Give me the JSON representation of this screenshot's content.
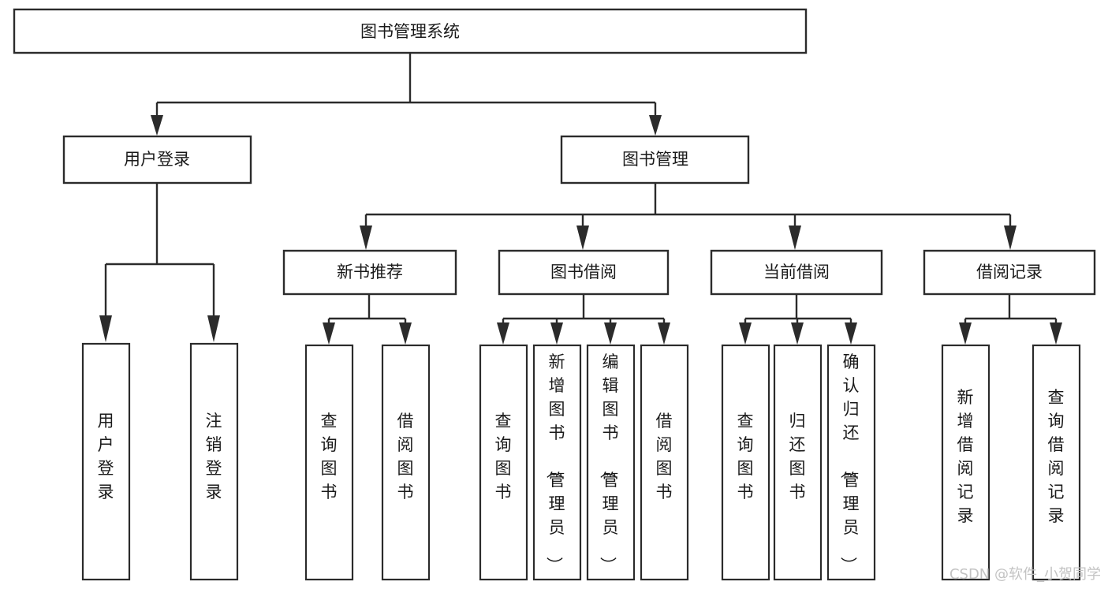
{
  "diagram": {
    "type": "tree-hierarchy",
    "title": "图书管理系统",
    "root": {
      "id": "root",
      "label": "图书管理系统"
    },
    "level2": [
      {
        "id": "user-login",
        "label": "用户登录"
      },
      {
        "id": "book-manage",
        "label": "图书管理"
      }
    ],
    "level3": [
      {
        "id": "new-book-recommend",
        "label": "新书推荐",
        "parent": "book-manage"
      },
      {
        "id": "book-borrow",
        "label": "图书借阅",
        "parent": "book-manage"
      },
      {
        "id": "current-borrow",
        "label": "当前借阅",
        "parent": "book-manage"
      },
      {
        "id": "borrow-record",
        "label": "借阅记录",
        "parent": "book-manage"
      }
    ],
    "leaves": {
      "user-login": [
        {
          "id": "leaf-user-login",
          "label": "用户登录"
        },
        {
          "id": "leaf-user-logout",
          "label": "注销登录"
        }
      ],
      "new-book-recommend": [
        {
          "id": "leaf-query-book-1",
          "label": "查询图书"
        },
        {
          "id": "leaf-borrow-book-1",
          "label": "借阅图书"
        }
      ],
      "book-borrow": [
        {
          "id": "leaf-query-book-2",
          "label": "查询图书"
        },
        {
          "id": "leaf-add-book",
          "label": "新增图书（管理员）"
        },
        {
          "id": "leaf-edit-book",
          "label": "编辑图书（管理员）"
        },
        {
          "id": "leaf-borrow-book-2",
          "label": "借阅图书"
        }
      ],
      "current-borrow": [
        {
          "id": "leaf-query-book-3",
          "label": "查询图书"
        },
        {
          "id": "leaf-return-book",
          "label": "归还图书"
        },
        {
          "id": "leaf-confirm-return",
          "label": "确认归还（管理员）"
        }
      ],
      "borrow-record": [
        {
          "id": "leaf-add-record",
          "label": "新增借阅记录"
        },
        {
          "id": "leaf-query-record",
          "label": "查询借阅记录"
        }
      ]
    }
  },
  "watermark": {
    "text": "CSDN @软件_小贺同学"
  },
  "colors": {
    "stroke": "#2b2b2b",
    "fill": "#ffffff",
    "text": "#1a1a1a",
    "watermark": "#c3c3c3",
    "background": "#ffffff"
  }
}
